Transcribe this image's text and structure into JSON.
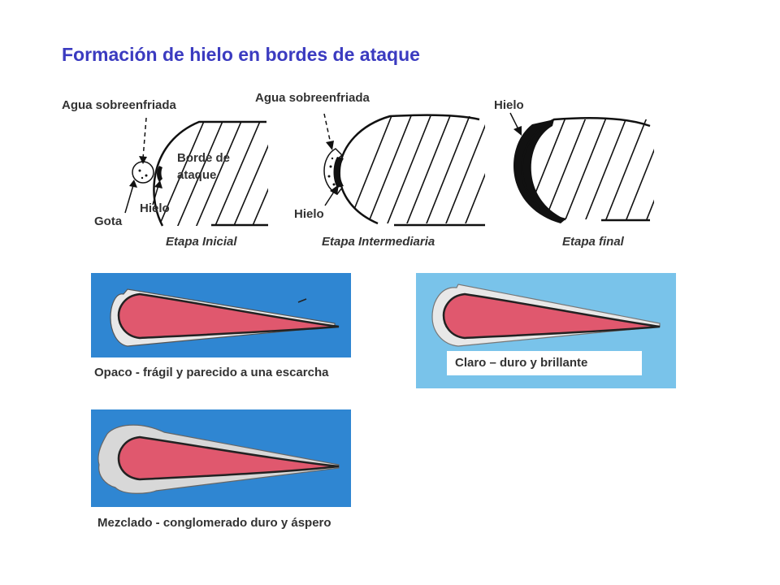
{
  "title": "Formación de hielo en bordes de ataque",
  "stages": {
    "inicial": {
      "label": "Etapa Inicial",
      "agua": "Agua sobreenfriada",
      "borde": "Borde de ataque",
      "hielo": "Hielo",
      "gota": "Gota"
    },
    "intermedia": {
      "label": "Etapa Intermediaria",
      "agua": "Agua sobreenfriada",
      "hielo": "Hielo"
    },
    "final": {
      "label": "Etapa final",
      "hielo": "Hielo"
    }
  },
  "ice_types": {
    "opaco": "Opaco - frágil y parecido a una escarcha",
    "claro": "Claro – duro y brillante",
    "mezclado": "Mezclado - conglomerado duro y áspero"
  },
  "colors": {
    "title": "#3b3bc0",
    "panel_blue": "#2f86d2",
    "panel_light_blue": "#79c3ea",
    "airfoil_red": "#e0586e",
    "ice_gray": "#c8c8c8"
  }
}
